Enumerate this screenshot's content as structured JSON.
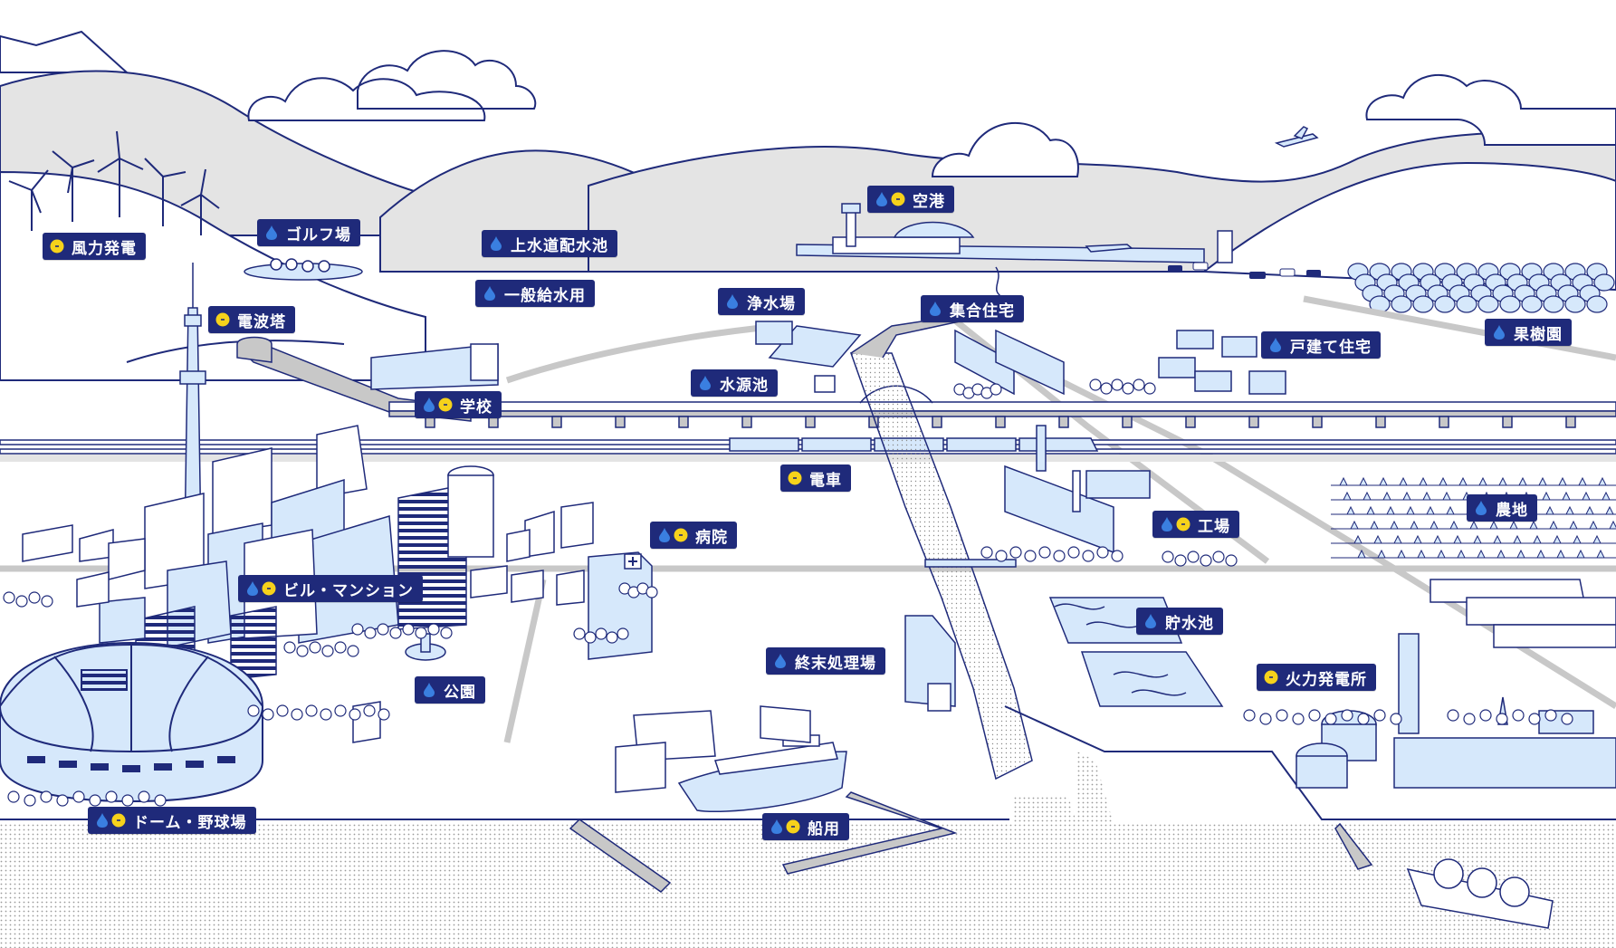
{
  "title": "",
  "legend_icons": {
    "water": {
      "name": "water-drop-icon",
      "color": "#3a7fe0"
    },
    "electric": {
      "name": "electricity-circle-icon",
      "color": "#f6d21b"
    }
  },
  "colors": {
    "navy": "#1f2a7a",
    "line": "#1f2a7a",
    "hill": "#e4e4e4",
    "road": "#c8c8c8",
    "building_fill": "#d6e8fb",
    "sea_dots": "#b0b0b0"
  },
  "labels": [
    {
      "id": "wind-power",
      "text": "風力発電",
      "icons": [
        "electric"
      ]
    },
    {
      "id": "golf-course",
      "text": "ゴルフ場",
      "icons": [
        "water"
      ]
    },
    {
      "id": "water-distribution-reservoir",
      "text": "上水道配水池",
      "icons": [
        "water"
      ]
    },
    {
      "id": "general-water-supply",
      "text": "一般給水用",
      "icons": [
        "water"
      ]
    },
    {
      "id": "airport",
      "text": "空港",
      "icons": [
        "water",
        "electric"
      ]
    },
    {
      "id": "purification-plant",
      "text": "浄水場",
      "icons": [
        "water"
      ]
    },
    {
      "id": "apartment-complex",
      "text": "集合住宅",
      "icons": [
        "water"
      ]
    },
    {
      "id": "radio-tower",
      "text": "電波塔",
      "icons": [
        "electric"
      ]
    },
    {
      "id": "detached-house",
      "text": "戸建て住宅",
      "icons": [
        "water"
      ]
    },
    {
      "id": "orchard",
      "text": "果樹園",
      "icons": [
        "water"
      ]
    },
    {
      "id": "water-source-pond",
      "text": "水源池",
      "icons": [
        "water"
      ]
    },
    {
      "id": "school",
      "text": "学校",
      "icons": [
        "water",
        "electric"
      ]
    },
    {
      "id": "train",
      "text": "電車",
      "icons": [
        "electric"
      ]
    },
    {
      "id": "factory",
      "text": "工場",
      "icons": [
        "water",
        "electric"
      ]
    },
    {
      "id": "farmland",
      "text": "農地",
      "icons": [
        "water"
      ]
    },
    {
      "id": "hospital",
      "text": "病院",
      "icons": [
        "water",
        "electric"
      ]
    },
    {
      "id": "building-mansion",
      "text": "ビル・マンション",
      "icons": [
        "water",
        "electric"
      ]
    },
    {
      "id": "storage-reservoir",
      "text": "貯水池",
      "icons": [
        "water"
      ]
    },
    {
      "id": "sewage-plant",
      "text": "終末処理場",
      "icons": [
        "water"
      ]
    },
    {
      "id": "thermal-power",
      "text": "火力発電所",
      "icons": [
        "electric"
      ]
    },
    {
      "id": "park",
      "text": "公園",
      "icons": [
        "water"
      ]
    },
    {
      "id": "ship",
      "text": "船用",
      "icons": [
        "water",
        "electric"
      ]
    },
    {
      "id": "dome-stadium",
      "text": "ドーム・野球場",
      "icons": [
        "water",
        "electric"
      ]
    }
  ]
}
